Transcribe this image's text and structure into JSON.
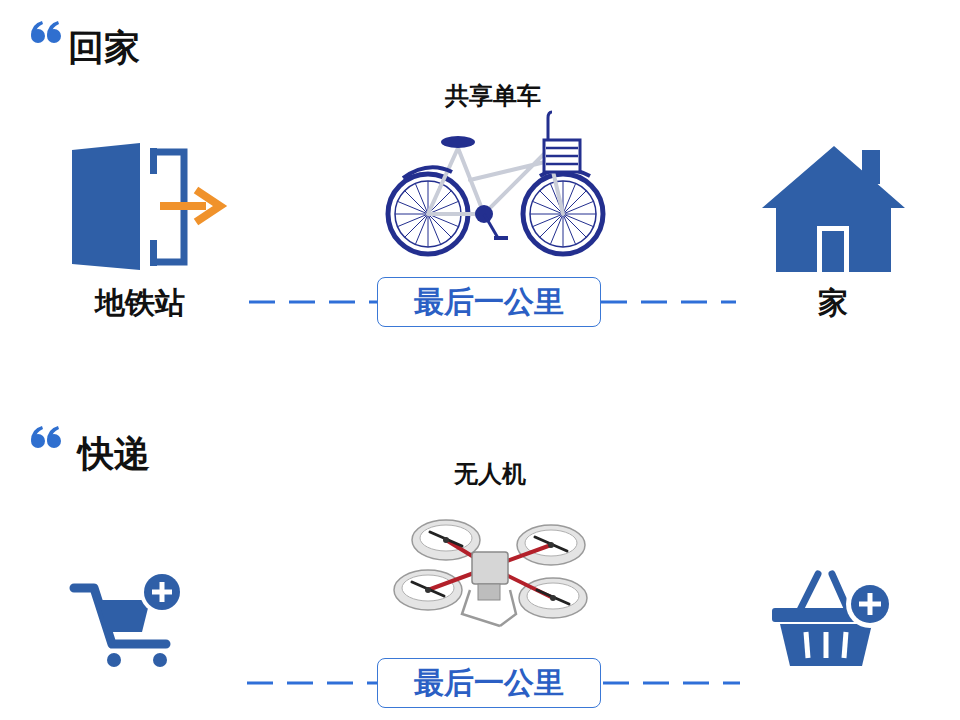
{
  "diagram": {
    "nodes": [
      {
        "text": [
          "地铁站"
        ]
      },
      {
        "text": [
          "最后一公里"
        ]
      },
      {
        "text": [
          "家"
        ]
      },
      {
        "text": [
          "最后一公里"
        ]
      }
    ],
    "edges": [
      {
        "from": 0,
        "to": 1,
        "arrow": "none"
      },
      {
        "from": 1,
        "to": 2,
        "arrow": "none"
      }
    ],
    "labels": [
      "回家",
      "共享单车",
      "快递",
      "无人机"
    ]
  }
}
